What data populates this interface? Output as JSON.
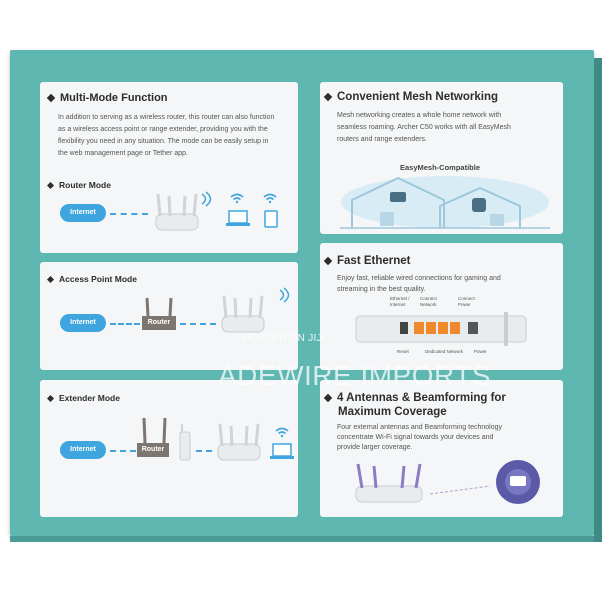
{
  "panels": {
    "multimode": {
      "title": "Multi-Mode Function",
      "text_lines": [
        "In addition to serving as a wireless router, this router can also function",
        "as a wireless access point or range extender, providing you with the",
        "flexibility you need in any situation. The mode can be easily setup in",
        "the web management page or Tether app."
      ],
      "router_mode": {
        "label": "Router Mode",
        "internet": "Internet"
      }
    },
    "access_point": {
      "label": "Access Point Mode",
      "internet": "Internet",
      "router": "Router"
    },
    "extender": {
      "label": "Extender Mode",
      "internet": "Internet",
      "router": "Router"
    },
    "mesh": {
      "title": "Convenient Mesh Networking",
      "text_lines": [
        "Mesh networking creates a whole home network with",
        "seamless roaming. Archer C50 works with all EasyMesh",
        "routers and range extenders."
      ],
      "badge": "EasyMesh-Compatible"
    },
    "ethernet": {
      "title": "Fast Ethernet",
      "text_lines": [
        "Enjoy fast, reliable wired connections for gaming and",
        "streaming in the best quality."
      ],
      "port_labels_top": [
        "Ethernet / Internet",
        "Connect Network",
        "Connect Power"
      ],
      "port_labels_bottom": [
        "Reset",
        "Dedicated Network",
        "Power"
      ]
    },
    "antennas": {
      "title_lines": [
        "4 Antennas & Beamforming for",
        "Maximum Coverage"
      ],
      "text_lines": [
        "Four external antennas and Beamforming technology",
        "concentrate Wi-Fi signal towards your devices and",
        "provide larger coverage."
      ]
    }
  },
  "watermark": {
    "small": "HOSTED ON JIJI",
    "large": "ADEWIRE IMPORTS"
  },
  "colors": {
    "box": "#5fb7b2",
    "card": "#f4f6f7",
    "accent": "#3fa5df",
    "port": "#f0892e"
  }
}
